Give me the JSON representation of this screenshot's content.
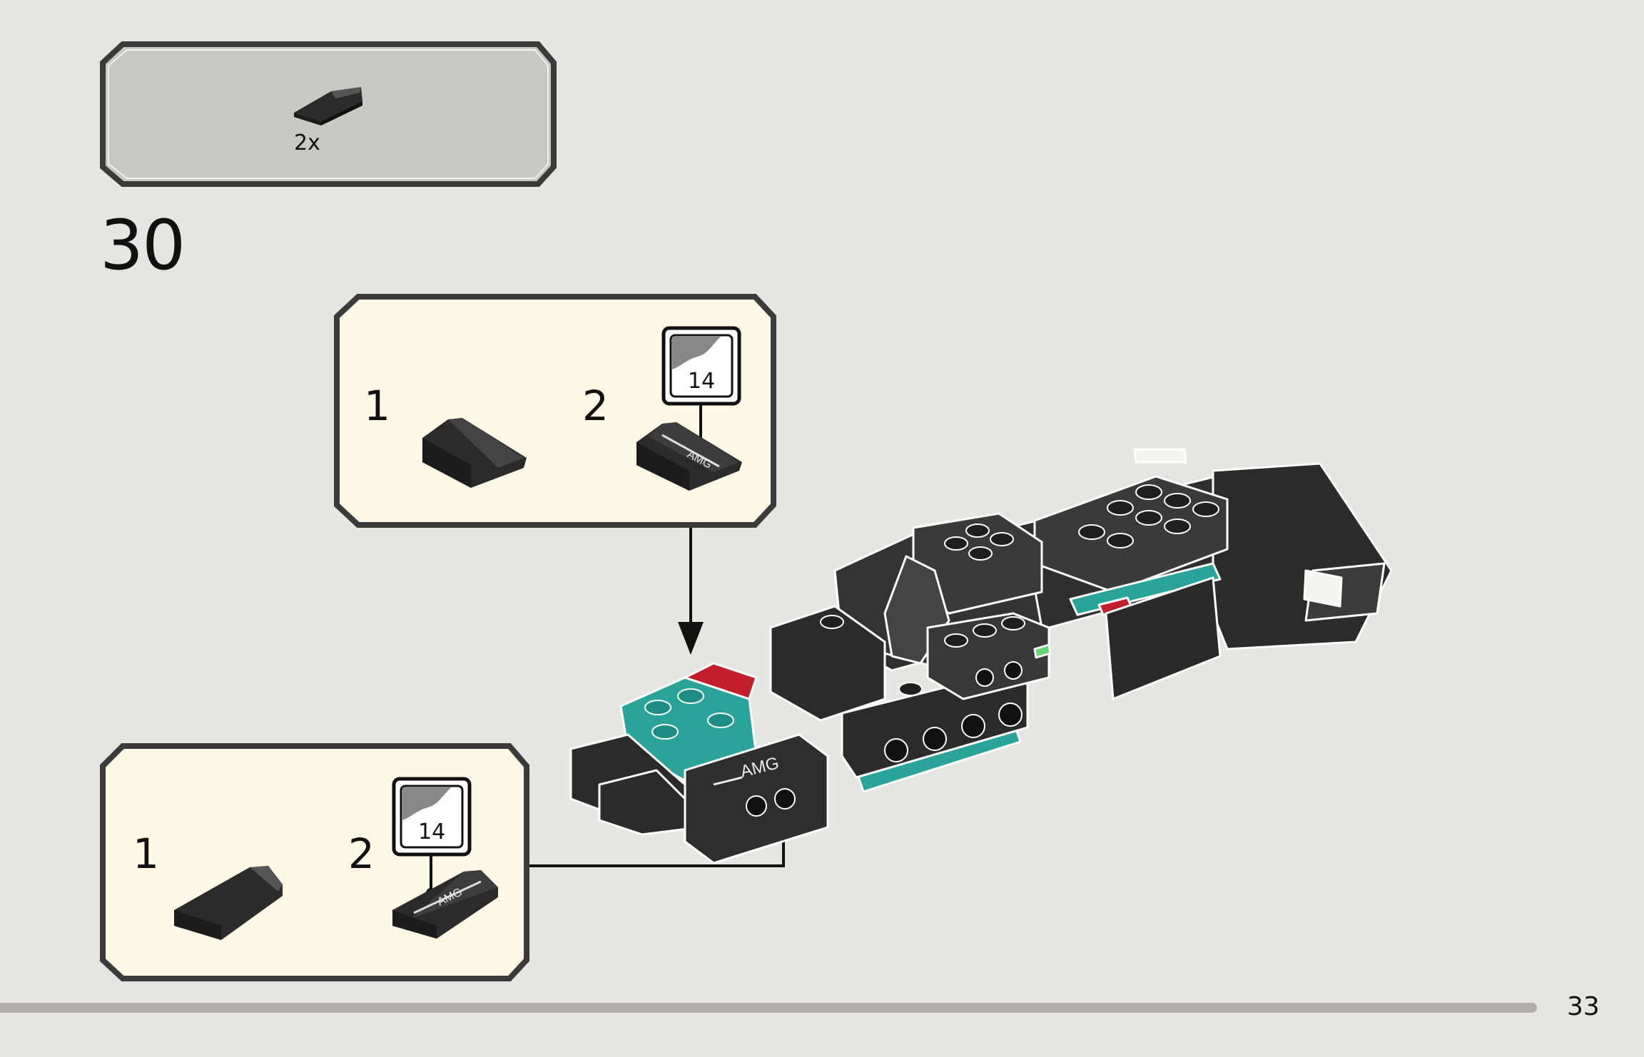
{
  "parts_list": {
    "quantity": "2x",
    "part_icon": "slope-brick-icon"
  },
  "step": {
    "number": "30"
  },
  "callout_top": {
    "substeps": [
      {
        "number": "1",
        "part_icon": "slope-brick-icon"
      },
      {
        "number": "2",
        "part_icon": "printed-slope-amg-icon"
      }
    ],
    "sticker_number": "14"
  },
  "callout_bottom": {
    "substeps": [
      {
        "number": "1",
        "part_icon": "slope-brick-icon"
      },
      {
        "number": "2",
        "part_icon": "printed-slope-amg-icon"
      }
    ],
    "sticker_number": "14"
  },
  "model": {
    "print_text": "AMG",
    "colors": {
      "black": "#2b2b2b",
      "dark": "#3a3a3a",
      "teal": "#2aa398",
      "red": "#c21f2c",
      "green": "#66d66e",
      "white": "#f4f4f2"
    }
  },
  "page": {
    "number": "33"
  },
  "colors": {
    "background": "#e5e5e4",
    "parts_box": "#c8c8c7",
    "callout_box": "#fbf9e6",
    "frame": "#3c3c3c"
  }
}
